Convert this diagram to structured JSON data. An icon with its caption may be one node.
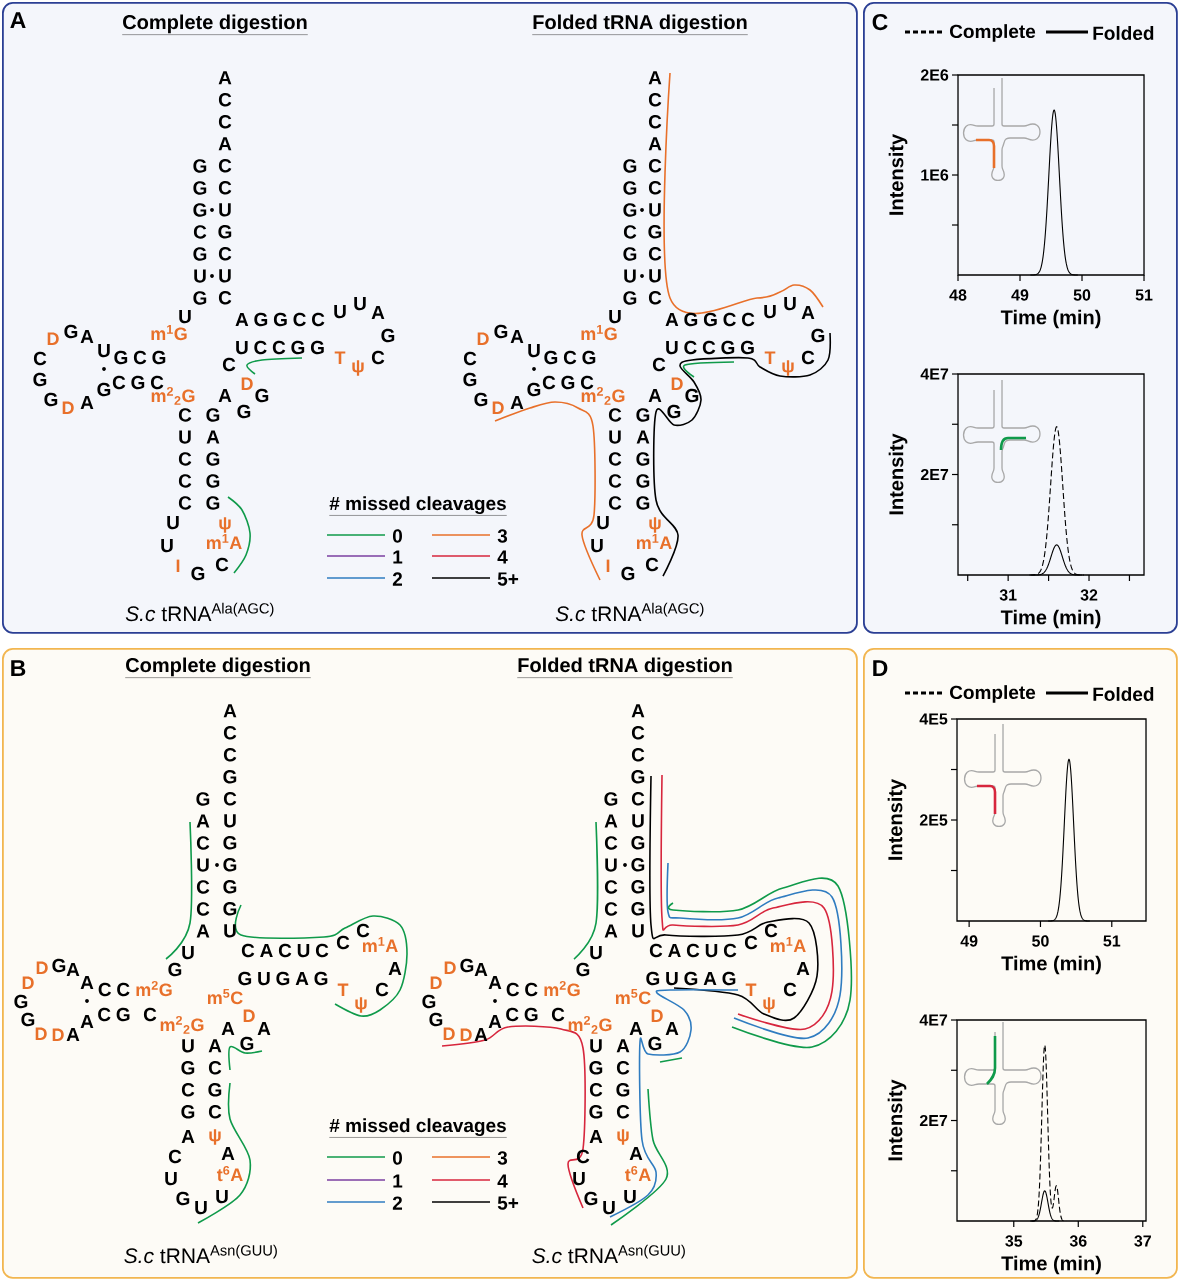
{
  "diagram": {
    "nodes": [
      {
        "text": [
          "A"
        ]
      },
      {
        "text": [
          "C"
        ]
      },
      {
        "text": [
          "B"
        ]
      },
      {
        "text": [
          "D"
        ]
      }
    ],
    "labels": [
      "Complete digestion",
      "Folded tRNA digestion",
      "A C C A C C U G C U C",
      "G G G C G U G",
      "U",
      "m$^{1}$G",
      "U",
      "G C G",
      "D",
      "G",
      "A",
      "C",
      "G",
      "G",
      "D",
      "A",
      "G",
      "C G C",
      "m$^{2}$$_{2}$G",
      "C U C C C",
      "G A G G G",
      "U",
      "U",
      "I",
      "G",
      "C",
      "m$^{1}$A",
      "ψ",
      "A",
      "G",
      "G",
      "D",
      "C",
      "U C C G G",
      "T",
      "ψ",
      "C",
      "G",
      "A",
      "U",
      "U",
      "A G G C C",
      "*S.c* tRNA$^{Ala(AGC)}$",
      "A C C A C C U G C U C",
      "G G G C G U G",
      "U",
      "m$^{1}$G",
      "U",
      "G C G",
      "D",
      "G",
      "A",
      "C",
      "G",
      "G",
      "D",
      "A",
      "G",
      "C G C",
      "m$^{2}$$_{2}$G",
      "C U C C C",
      "G A G G G",
      "U",
      "U",
      "I",
      "G",
      "C",
      "m$^{1}$A",
      "ψ",
      "A",
      "G",
      "G",
      "D",
      "C",
      "U C C G G",
      "T",
      "ψ",
      "C",
      "G",
      "A",
      "U",
      "U",
      "A G G C C",
      "*S.c* tRNA$^{Ala(AGC)}$",
      "# missed cleavages",
      "2E6",
      "1E6",
      "48",
      "49",
      "50",
      "51",
      "Intensity",
      "Time (min)",
      "4E7",
      "2E7",
      "31",
      "32",
      "Intensity",
      "Time (min)",
      "Complete digestion",
      "Folded tRNA digestion",
      "A C C G C U G G G G U",
      "G A C U C C A",
      "U",
      "G",
      "C C",
      "m$^{2}$G",
      "D",
      "G",
      "A",
      "D",
      "A",
      "G",
      "G",
      "D",
      "D",
      "A",
      "A",
      "C G",
      "C",
      "m$^{2}$$_{2}$G",
      "U G C G",
      "A",
      "C",
      "U",
      "G",
      "U",
      "U",
      "t$^{6}$A",
      "A",
      "ψ",
      "A C G C",
      "A",
      "G",
      "A",
      "D",
      "m$^{5}$C",
      "G U G A G",
      "T",
      "ψ",
      "C",
      "A",
      "m$^{1}$A",
      "C",
      "C",
      "C A C U C",
      "*S.c* tRNA$^{Asn(GUU)}$",
      "A C C G C U G G G G U",
      "G A C U C C A",
      "U",
      "G",
      "C C",
      "m$^{2}$G",
      "D",
      "G",
      "A",
      "D",
      "A",
      "G",
      "G",
      "D",
      "D",
      "A",
      "A",
      "C G",
      "C",
      "m$^{2}$$_{2}$G",
      "U G C G",
      "A",
      "C",
      "U",
      "G",
      "U",
      "U",
      "t$^{6}$A",
      "A",
      "ψ",
      "A C G C",
      "A",
      "G",
      "A",
      "D",
      "m$^{5}$C",
      "G U G A G",
      "T",
      "ψ",
      "C",
      "A",
      "m$^{1}$A",
      "C",
      "C",
      "C A C U C",
      "*S.c* tRNA$^{Asn(GUU)}$",
      "# missed cleavages",
      "4E5",
      "2E5",
      "49",
      "50",
      "51",
      "Intensity",
      "Time (min)",
      "4E7",
      "2E7",
      "35",
      "36",
      "37",
      "Intensity",
      "Time (min)"
    ],
    "legend": [
      {
        "text": "0"
      },
      {
        "text": "1"
      },
      {
        "text": "2"
      },
      {
        "text": "3"
      },
      {
        "text": "4"
      },
      {
        "text": "5+"
      },
      {
        "text": "Complete"
      },
      {
        "text": "Folded"
      },
      {
        "text": "0"
      },
      {
        "text": "1"
      },
      {
        "text": "2"
      },
      {
        "text": "3"
      },
      {
        "text": "4"
      },
      {
        "text": "5+"
      },
      {
        "text": "Complete"
      },
      {
        "text": "Folded"
      }
    ]
  }
}
